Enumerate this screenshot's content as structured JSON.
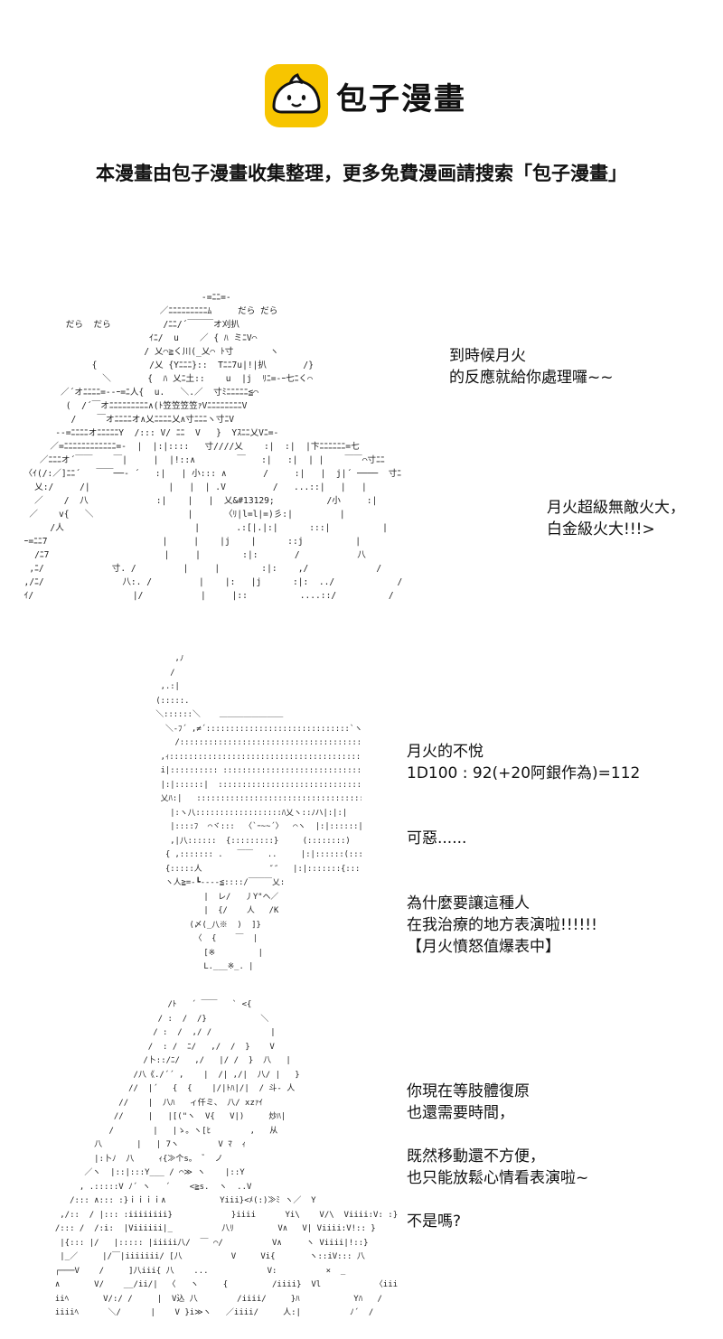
{
  "header": {
    "brand": "包子漫畫",
    "notice": "本漫畫由包子漫畫收集整理，更多免費漫画請搜索「包子漫畫」",
    "logo_color": "#f7c500",
    "logo_icon": "bun-face-icon"
  },
  "panels": [
    {
      "art": "                                    -=ﾆﾆ=-\n                            ／ﾆﾆﾆﾆﾆﾆﾆﾆﾆﾑ     だら だら\n          だら  だら          /ﾆﾆ/´￣￣￣オ刈扒\n                          ｲﾆ/  u    ／ { ﾊ ミﾆV⌒\n                         / 乂⌒≧く川(_乂⌒ ﾄ寸       ヽ\n               {          /乂 {Yﾆﾆﾆ}::  Tﾆﾆ7u|!|扒       /}\n                 ＼       {  ﾊ 乂ﾆ土::    u  |j  ﾘﾆ=-ｰ七ﾆく⌒\n         ／´オﾆﾆﾆﾆ=--ｰ=ﾆ人{  u.   ＼.／  寸ﾐﾆﾆﾆﾆﾆ≦⌒\n          (  /´￣オﾆﾆﾆﾆﾆﾆﾆﾆﾆ∧(ﾄ笠笠笠笠ｧVﾆﾆﾆﾆﾆﾆﾆﾆV\n           /    ￣オﾆﾆﾆﾆオ∧乂ﾆﾆﾆﾆ乂∧寸ﾆﾆﾆヽ寸ﾆV\n        --=ﾆﾆﾆﾆオﾆﾆﾆﾆﾆY  /::: V/ ﾆﾆ  V   }  Yｽﾆﾆ乂Vﾆ=-\n       ／=ﾆﾆﾆﾆﾆﾆﾆﾆﾆﾆﾆﾆ=-  |  |:|::::   寸////乂    :|  :|  |卞ﾆﾆﾆﾆﾆﾆ=七\n     ／ﾆﾆﾆオ´￣￣    ￣|     |  |!::∧        ￣   :|   :|  | |    ￣￣⌒寸ﾆﾆ\n  〈ｲ(/:／]ﾆﾆ´   ￣￣──‐ ´   :|   | 小::: ∧       /     :|   |  j|´ ────  寸ﾆ\n    乂:/     /|               |   |  | .V         /   ...::|   |   |\n    ／    /  八             :|    |   |  乂&#13129;          /小     :|\n   ／    v{   ＼                  |      〈ﾘ|l=l|=)彡:|         |\n       /人                         |       .:[|.|:|      :::|          |\n  ｰ=ﾆﾆ7                      |     |    |j    |      ::j          |\n    /ﾆ7                      |     |        :|:       /           八\n   ,ﾆ/             寸. /         |     |        :|:    ,/             /\n  ,/ﾆ/               八:. /         |    |:   |j      :|:  ../            /\n  ｲ/                   |/           |     |::          ....::/          /",
      "lines": [
        "到時候月火",
        "的反應就給你處理囉~~",
        "",
        "",
        "",
        "",
        "",
        "月火超級無敵火大，",
        "白金級火大!!!>"
      ]
    },
    {
      "art": "            ,ﾉ\n           /\n         ,.:|\n        (:::::.\n        ＼::::::＼    ＿＿＿＿＿＿＿＿\n          ＼‐ﾌ´ ,≠´::::::::::::::::::::::::::::::`ヽ ﾐ\n            /::::::::::::::::::::::::::::::::::::::::::::::::＼\n         ,ｨ:::::::::::::::::::::::::::::::::::::::::::::::::::(⌒ヽ\n         i|:::::::::: ::::::::::::::::::::::::::::::::::::::::  ゝ  ::\n         |:|::::::|  ::::::::::::::::::::::::::::::::::::::: 〈  ﾒ:::\n         乂ﾊ:|   ::::::::::::::::::::::::::::::::::::::  |:|:ﾍ:|\n           |:ヽ八::::::::::::::::::ﾊ乂ヽ::ﾉハ|:|:|\n           |::::ﾌ  ⌒ヾ:::  〈`ｰ~~´〉  ⌒ヽ  |:|::::::|\n           ,|八::::::  {:::::::::}     (::::::::)  |:|::::::ﾉ:\n          { ,::::::: .   ￣￣   ..     |:|::::::(:::\n          {:::::人              ″″   |:|:::::::{:::::}\n          ヽ人≧=‐┗‐‐‐‐≦::::/￣￣￣乂:\n                  |  レ/   丿Y\"ヘ／\n                  |  {/    人   /K\n               (〆(_八※  )  ]}\n                〈  {    ￣  |\n                  [※         |\n                  L.___※_. |\n                    し   し",
      "lines": [
        "月火的不悅",
        "1D100 : 92(+20阿銀作為)=112",
        "",
        "",
        "可惡......",
        "",
        "",
        "為什麼要讓這種人",
        "在我治療的地方表演啦!!!!!!",
        "【月火憤怒值爆表中】"
      ]
    },
    {
      "art": "                         /ﾄ   ´ ￣￣   ` <{\n                       / :  /  /}           ＼\n                      / :  /  ,/ /            |\n                     /  : /  ﾆ/   ,/  /  }    V\n                    /卜::/ﾆ/   ,/   |/ /  }  八   |\n                  /八《./´´ ,    |  /| ,/|  八/ |   }\n                 //  |´   {  {    |/|ﾄﾊ|/|  / 斗- 人\n               //    |  八ﾊ   ィ仟ミ、 八/ xzｧｲ\n              //     |   |[(\"ヽ  V{   V|)     炒ﾊ|\n             /        |   |ゝ。ヽ[ﾋ        ,   从\n          八       |   | 7ヽ        V ﾏ  ｨ\n          |:卜ﾉ  八     ｨ{≫个s。 ゛ ノ\n        ／ヽ  |::|:::Y___ / ⌒≫ ヽ    |::Y\n       , .:::::V ﾉ´ ヽ   ´    <≧s.  ヽ  ..V\n     /::: ∧::: :}ｉｉｉｉ∧           Yiii}<ﾒ(:)≫ﾐ ヽ／  Y\n   ,/::  / |::: :iiiiiiii}            }iiii      Yi\\    V/\\  Viiii:V: :}\\\n  /::: /  /:i:  |Viiiiii|_          八ﾘ         V∧   V| Viiii:V!:: }\n   |{::: |/   |::::: |iiiii八/  ￣ ⌒/          V∧     ヽ Viiii|!::}\n   |_／     |/￣|iiiiiii/ [八          V     Vi{       ヽ::iV::: 八\n  ┌───V    /     ]八iii{ 八    ...            V:          ×  _\n  ∧       V/    __/ii/|  〈   ヽ     {         /iiii}  Vl           〈iii:V ｀ |\n  iiﾍ       V/:/ /     |  V込 八        /iiii/     }ﾊ           Yﾊ   /\n  iiiiﾍ      ＼/      |    V }i≫ヽ   ／iiii/     人:|          ﾉ´  /",
      "lines": [
        "你現在等肢體復原",
        "也還需要時間，",
        "",
        "既然移動還不方便，",
        "也只能放鬆心情看表演啦~",
        "",
        "不是嗎?"
      ]
    }
  ]
}
